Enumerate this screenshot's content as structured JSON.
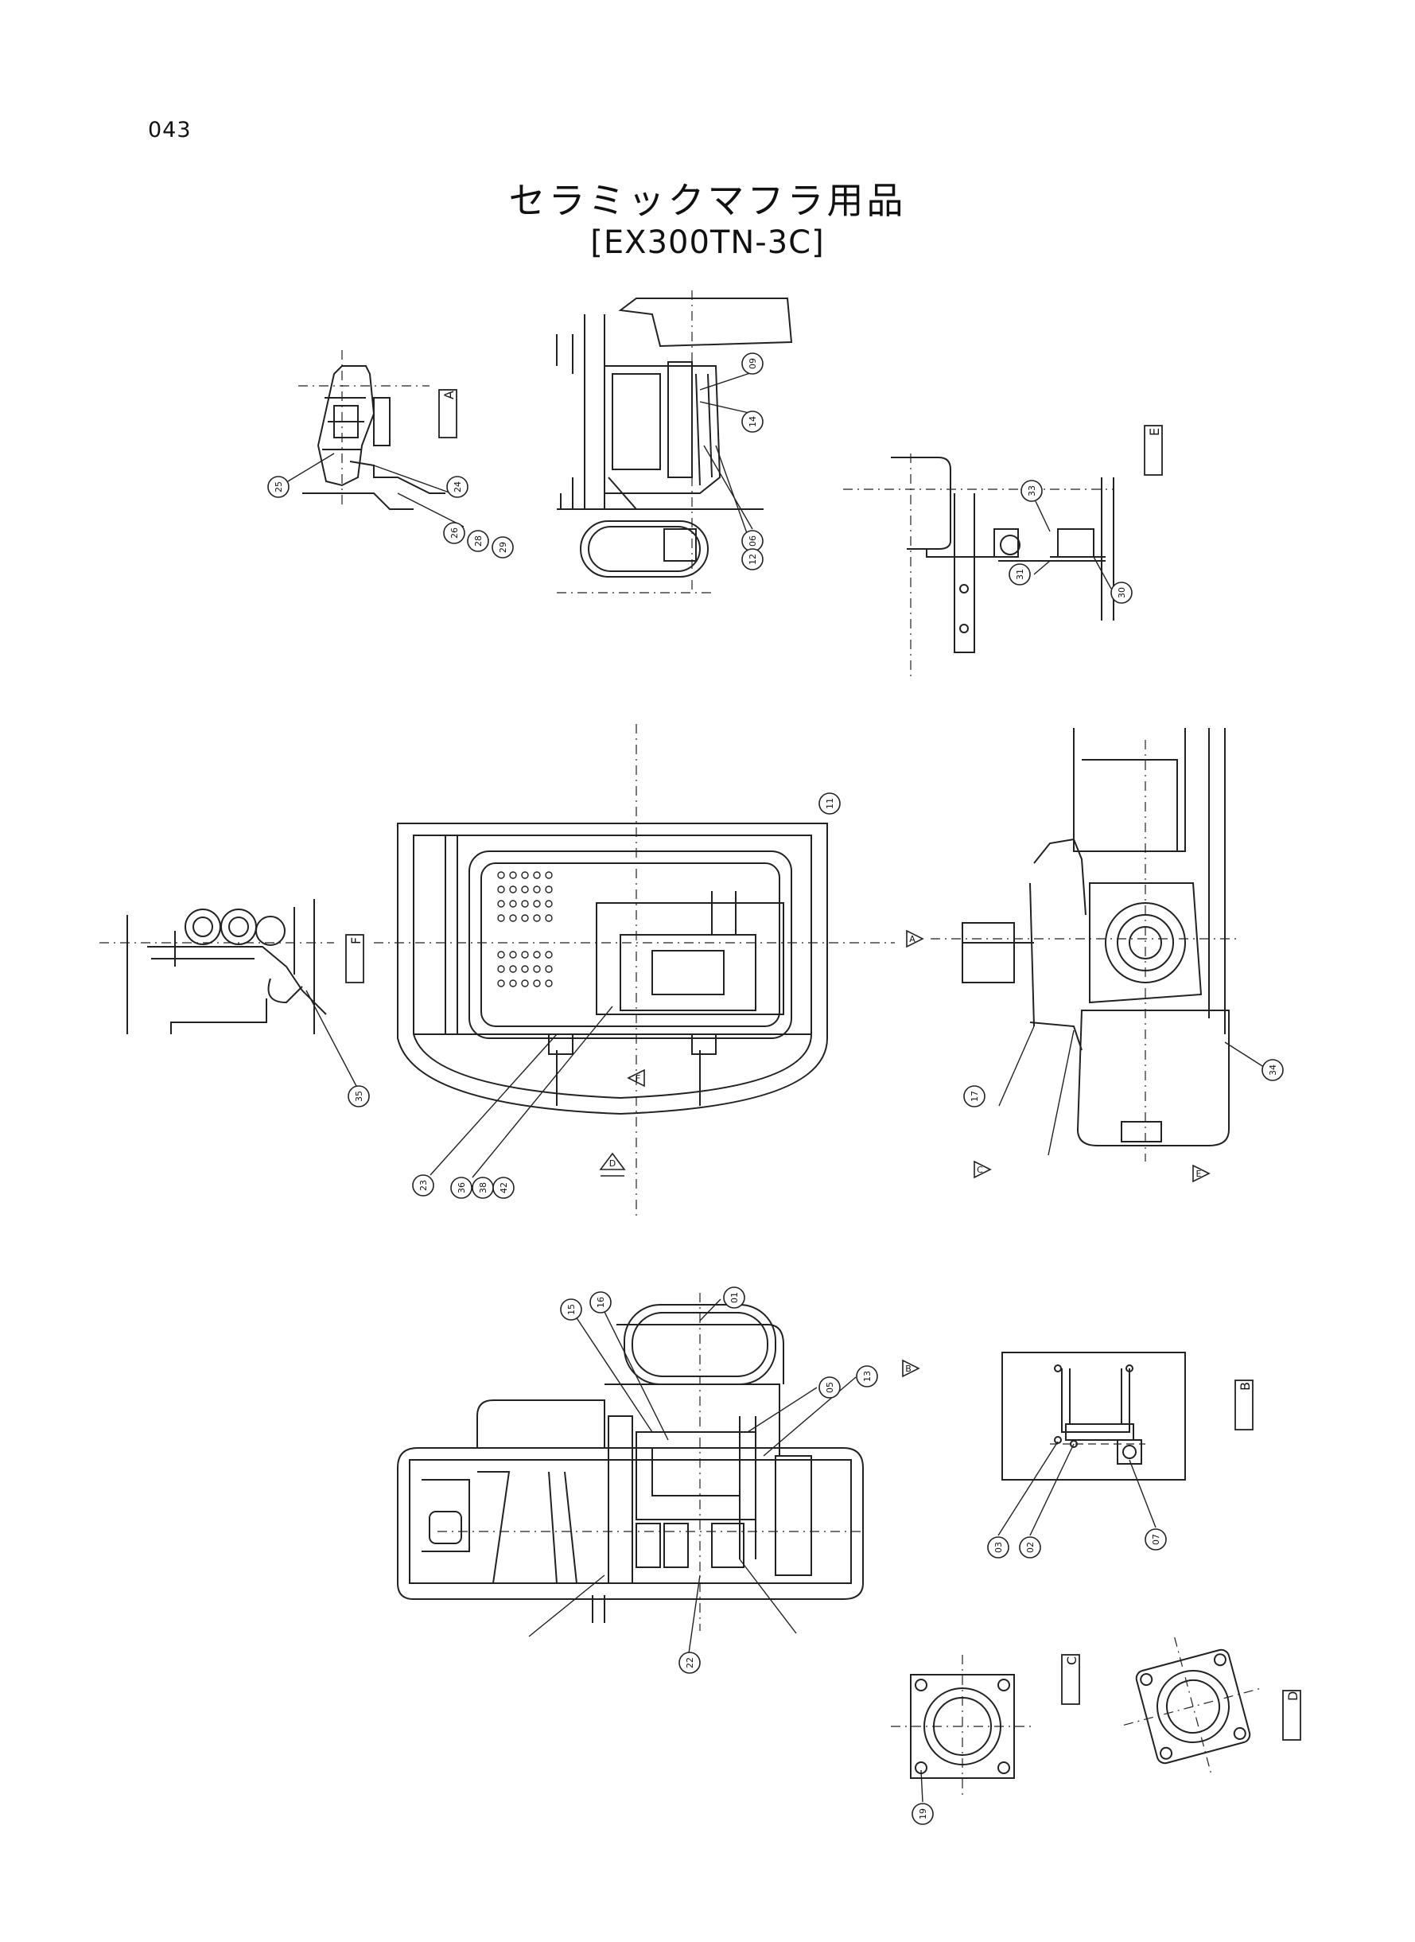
{
  "page_number": "043",
  "title": "セラミックマフラ用品",
  "model": "[EX300TN-3C]",
  "view_tags": [
    "A",
    "E",
    "F",
    "B",
    "C",
    "D"
  ],
  "section_markers": [
    "A",
    "B",
    "C",
    "D",
    "E",
    "F"
  ],
  "callouts": [
    "01",
    "02",
    "03",
    "05",
    "06",
    "07",
    "09",
    "11",
    "12",
    "13",
    "14",
    "15",
    "16",
    "17",
    "19",
    "22",
    "23",
    "24",
    "25",
    "26",
    "28",
    "29",
    "30",
    "31",
    "33",
    "34",
    "35",
    "36",
    "38",
    "42"
  ]
}
